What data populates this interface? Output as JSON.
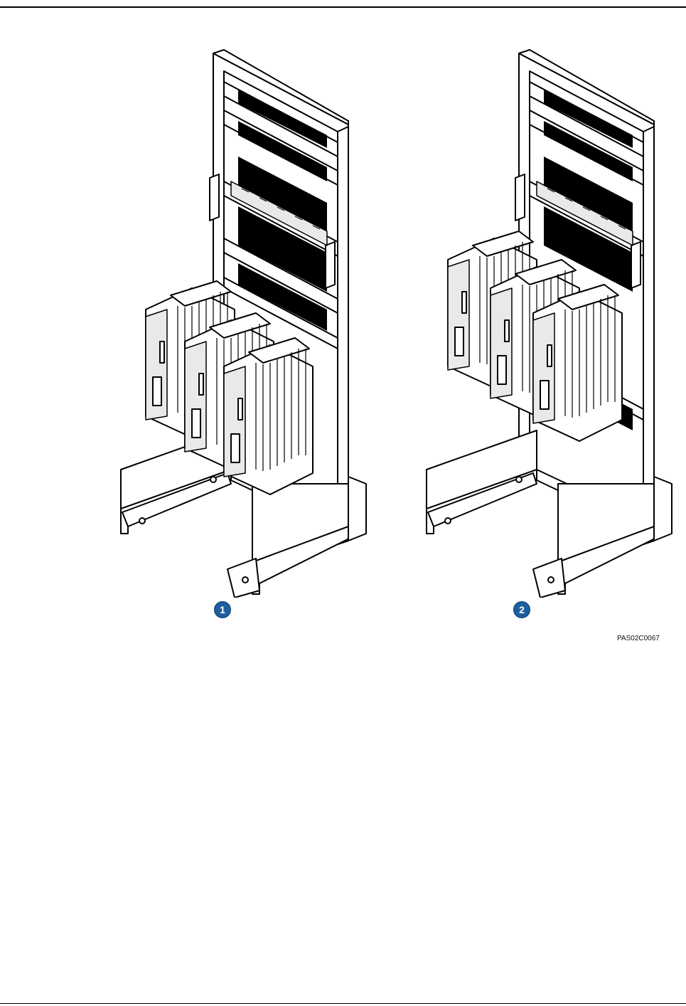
{
  "figures": [
    {
      "label": "1"
    },
    {
      "label": "2"
    }
  ],
  "figure_code": "PAS02C0067"
}
